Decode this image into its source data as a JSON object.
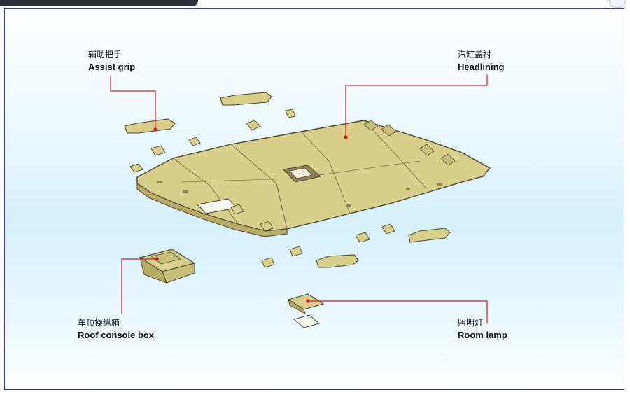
{
  "labels": {
    "assist_grip": {
      "zh": "辅助把手",
      "en": "Assist grip"
    },
    "headlining": {
      "zh": "汽缸盖衬",
      "en": "Headlining"
    },
    "roof_console_box": {
      "zh": "车顶操纵箱",
      "en": "Roof console box"
    },
    "room_lamp": {
      "zh": "照明灯",
      "en": "Room lamp"
    }
  },
  "colors": {
    "frame_border": "#3b3f8a",
    "leader_line": "#c8202a",
    "part_fill": "#d8cf8a",
    "part_outline": "#4a4632"
  }
}
